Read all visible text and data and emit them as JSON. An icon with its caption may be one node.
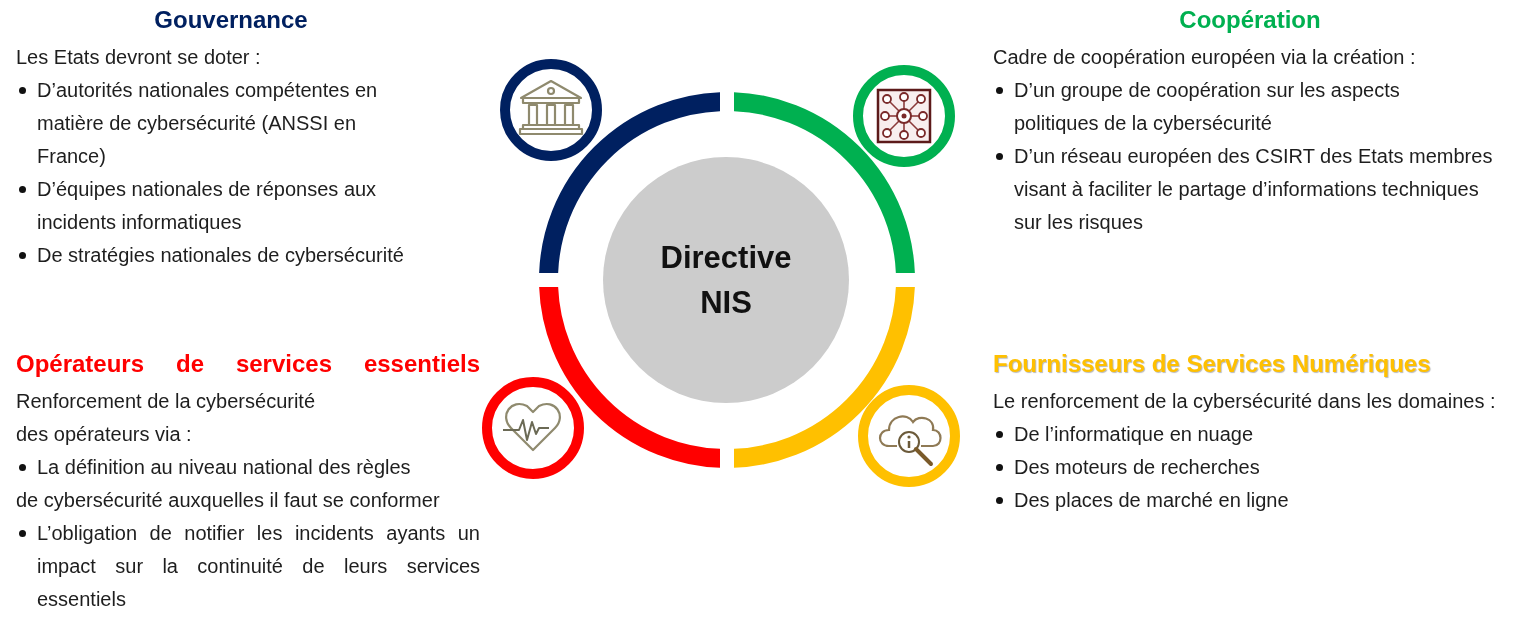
{
  "diagram": {
    "nodes": [
      {
        "text": [
          "Directive NIS"
        ]
      }
    ],
    "labels": [
      "Gouvernance",
      "Les Etats devront se doter :",
      "D’autorités nationales compétentes en matière de cybersécurité (ANSSI en France)",
      "D’équipes nationales de réponses aux incidents informatiques",
      "De stratégies nationales de cybersécurité",
      "Coopération",
      "Cadre de coopération européen via la création :",
      "D’un groupe de coopération sur les aspects politiques de la cybersécurité",
      "D’un réseau européen des CSIRT des Etats membres visant à faciliter le partage d’informations techniques sur les risques",
      "Opérateurs de services essentiels",
      "Renforcement de la cybersécurité",
      "des opérateurs via :",
      "La définition au niveau national des règles",
      "de cybersécurité auxquelles il faut se conformer",
      "L’obligation de notifier les incidents ayants un impact sur la continuité de leurs services essentiels",
      "Fournisseurs de Services Numériques",
      "Le renforcement de la cybersécurité dans les domaines :",
      "De l’informatique en nuage",
      "Des moteurs de recherches",
      "Des places de marché en ligne"
    ]
  }
}
